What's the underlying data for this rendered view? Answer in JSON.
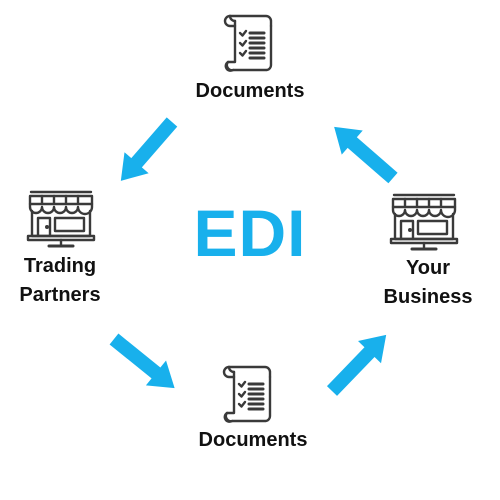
{
  "diagram": {
    "center_title": "EDI",
    "nodes": {
      "documents_top": {
        "label": "Documents",
        "icon": "document-checklist-icon"
      },
      "trading_partners": {
        "label_line1": "Trading",
        "label_line2": "Partners",
        "icon": "storefront-icon"
      },
      "your_business": {
        "label_line1": "Your",
        "label_line2": "Business",
        "icon": "storefront-icon"
      },
      "documents_bottom": {
        "label": "Documents",
        "icon": "document-checklist-icon"
      }
    },
    "arrows": [
      {
        "from": "documents_top",
        "to": "trading_partners"
      },
      {
        "from": "trading_partners",
        "to": "documents_bottom"
      },
      {
        "from": "documents_bottom",
        "to": "your_business"
      },
      {
        "from": "your_business",
        "to": "documents_top"
      }
    ]
  },
  "colors": {
    "accent": "#18b0ec",
    "icon_stroke": "#3a3a3a",
    "text": "#111111",
    "background": "#ffffff"
  }
}
